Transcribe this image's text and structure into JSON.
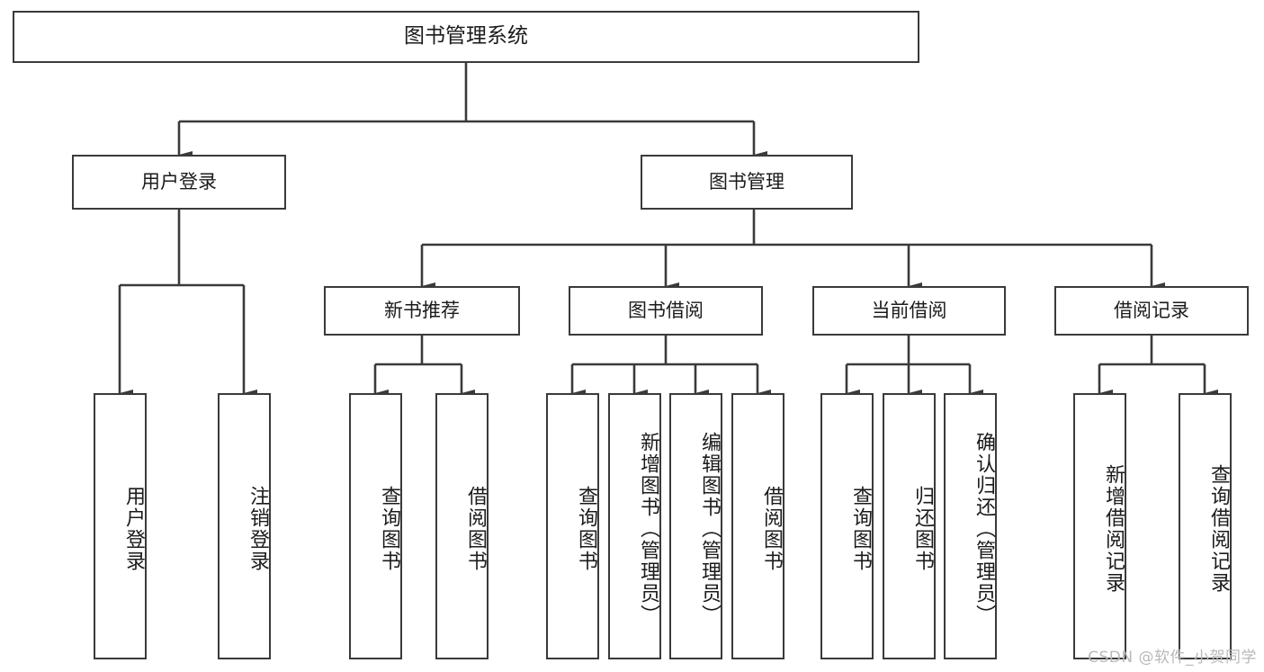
{
  "diagram": {
    "title": "图书管理系统",
    "type": "tree-hierarchy-diagram",
    "colors": {
      "box_border": "#3a3a3a",
      "box_fill": "#ffffff",
      "connector": "#3a3a3a",
      "text": "#1b1b1b",
      "watermark": "#b9b9b9",
      "background": "#ffffff"
    },
    "root": {
      "label": "图书管理系统"
    },
    "level1": [
      {
        "label": "用户登录"
      },
      {
        "label": "图书管理"
      }
    ],
    "level2": [
      {
        "label": "新书推荐"
      },
      {
        "label": "图书借阅"
      },
      {
        "label": "当前借阅"
      },
      {
        "label": "借阅记录"
      }
    ],
    "leaves": {
      "user_login": [
        {
          "label": "用户登录"
        },
        {
          "label": "注销登录"
        }
      ],
      "new_book_recommend": [
        {
          "label": "查询图书"
        },
        {
          "label": "借阅图书"
        }
      ],
      "book_borrow": [
        {
          "label": "查询图书"
        },
        {
          "label": "新增图书（管理员）"
        },
        {
          "label": "编辑图书（管理员）"
        },
        {
          "label": "借阅图书"
        }
      ],
      "current_borrow": [
        {
          "label": "查询图书"
        },
        {
          "label": "归还图书"
        },
        {
          "label": "确认归还（管理员）"
        }
      ],
      "borrow_record": [
        {
          "label": "新增借阅记录"
        },
        {
          "label": "查询借阅记录"
        }
      ]
    }
  },
  "watermark": {
    "text": "CSDN @软件_小贺同学"
  }
}
